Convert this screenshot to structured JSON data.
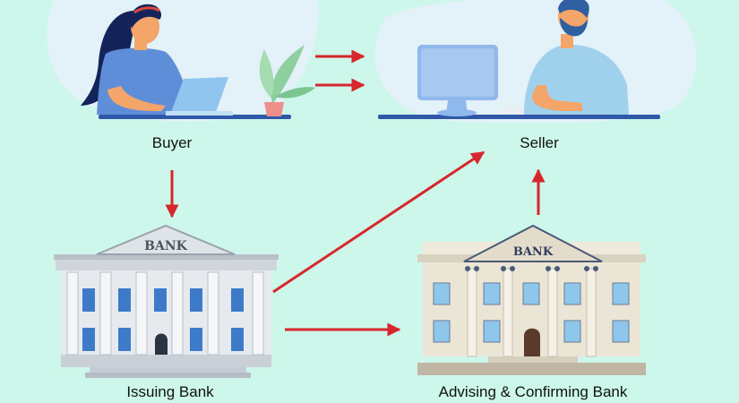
{
  "nodes": {
    "buyer": {
      "label": "Buyer"
    },
    "seller": {
      "label": "Seller"
    },
    "issuing_bank": {
      "label": "Issuing Bank",
      "sign": "BANK"
    },
    "advising_bank": {
      "label": "Advising & Confirming Bank",
      "sign": "BANK"
    }
  },
  "colors": {
    "background": "#cdf7ea",
    "blob": "#e3f1f8",
    "arrow": "#d7262c",
    "buyer_shirt": "#5f8ed9",
    "seller_shirt": "#9fd1ec",
    "hair": "#14245a",
    "skin": "#f3a56a",
    "bank_gray": "#d8dde2",
    "bank_beige": "#e3dccb",
    "window_blue": "#3d7bc9",
    "desk": "#2f59a8"
  },
  "icons": [
    "woman-with-laptop-icon",
    "plant-icon",
    "man-with-computer-icon",
    "classic-bank-building-icon",
    "hotel-style-bank-building-icon"
  ]
}
